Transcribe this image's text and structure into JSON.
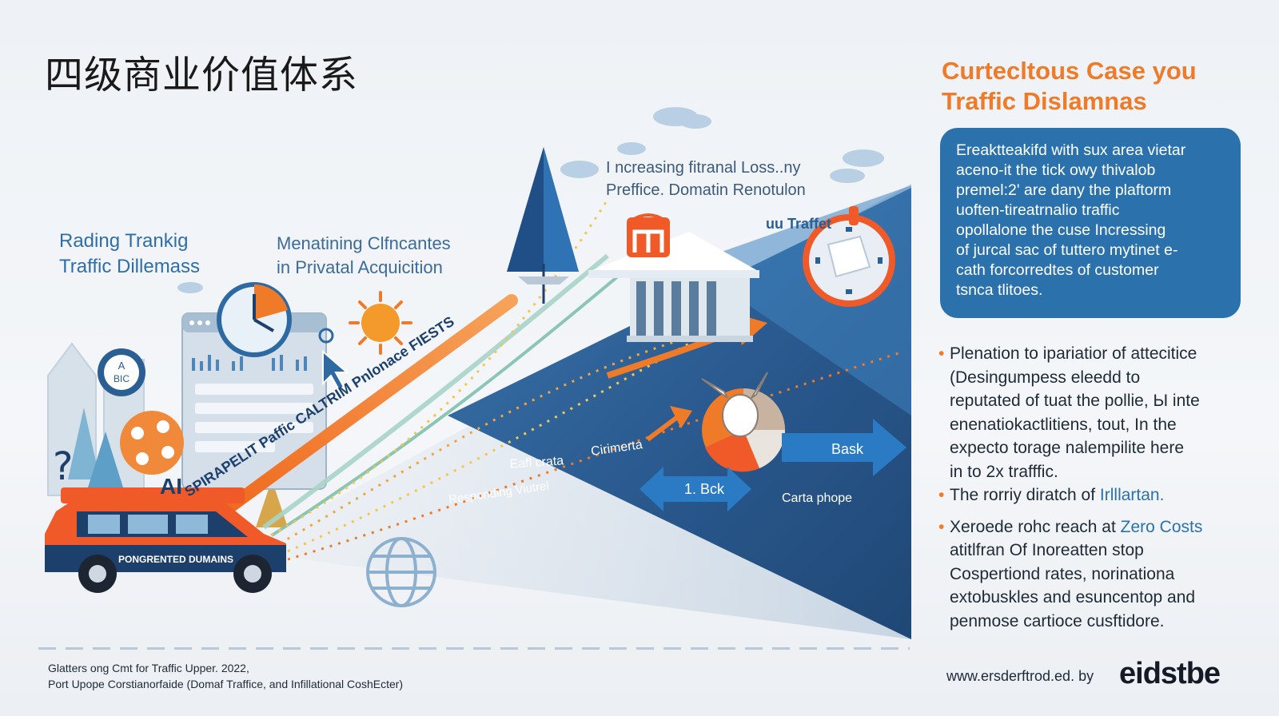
{
  "title": "四级商业价值体系",
  "left": {
    "label_1_line1": "Rading Trankig",
    "label_1_line2": "Traffic Dillemass",
    "label_2_line1": "Menatining Clfncantes",
    "label_2_line2": "in Privatal Acquicition",
    "badge": "A\nBIC",
    "badge_line1": "A",
    "badge_line2": "BIC",
    "car_text": "PONGRENTED DUMAINS",
    "arrow_text": "SPIRAPELIT Paffic CALTRIM Pnlonace FIESTS",
    "ai_mark": "AI"
  },
  "center": {
    "head_line1": "I ncreasing fitranal Loss..ny",
    "head_line2": "Preffice. Domatin Renotulon",
    "traffic_tag": "uu Traffet",
    "label_eafl": "Eafl crata",
    "label_cirimerta": "Cirimerta",
    "label_responding": "Responding Viutrel",
    "label_back_num": "1. Bck",
    "label_bask": "Bask",
    "label_carta": "Carta phope"
  },
  "right": {
    "title_line1": "Curtecltous Case you",
    "title_line2": "Traffic Dislamnas",
    "card_lines": [
      "Ereaktteakifd with sux area vietar",
      "aceno-it the tick owy thivalob",
      "premel:2' are dany the plaftorm",
      "uoften-tireatrnalio traffic",
      "opollalone the cuse Incressing",
      "of jurcal sac of tuttero mytinet e-",
      "cath forcorredtes of customer",
      "tsnca tlitoes."
    ],
    "bullet_1": [
      "Plenation to ipariatior of attecitice",
      "(Desingumpess eleedd to",
      "reputated of tuat the pollie, Ы inte",
      "enenatiokactlitiens, tout, In the",
      "expecto torage nalempilite here",
      "in to 2x trafffic."
    ],
    "bullet_2_text": "The rorriy diratch of ",
    "bullet_2_hl": "Irlllartan.",
    "bullet_3_text": "Xeroede rohc reach at ",
    "bullet_3_hl": "Zero Costs",
    "bullet_3_rest": [
      "atitlfran Of Inoreatten stop",
      "Cospertiond rates, norinationa",
      "extobuskles and esuncentop and",
      "penmose cartioce cusftidore."
    ]
  },
  "footer": {
    "line1": "Glatters ong Cmt for Traffic Upper. 2022,",
    "line2": "Port Upope Corstianorfaide (Domaf Traffice, and Infillational CoshEcter)",
    "url": "www.ersderftrod.ed. by",
    "logo": "eidstbe"
  },
  "colors": {
    "orange": "#ef7a28",
    "blue": "#2b72ad",
    "navy": "#1d3f6b",
    "background": "#eef2f6"
  }
}
